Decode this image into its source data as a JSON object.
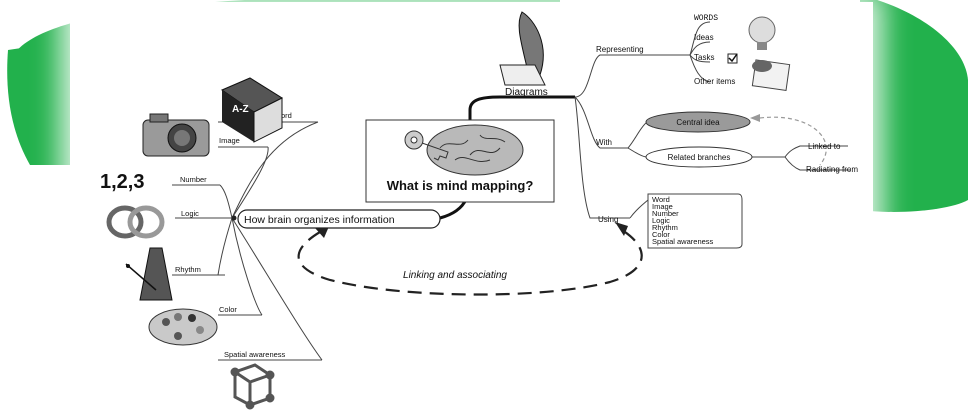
{
  "central": "What is mind mapping?",
  "left_hub": "How brain organizes information",
  "left_items": {
    "word": "Word",
    "image": "Image",
    "number": "Number",
    "number_glyph": "1,2,3",
    "logic": "Logic",
    "rhythm": "Rhythm",
    "color": "Color",
    "spatial": "Spatial awareness"
  },
  "diagrams": "Diagrams",
  "representing": {
    "label": "Representing",
    "items": [
      "WORDS",
      "Ideas",
      "Tasks",
      "Other items"
    ]
  },
  "with": {
    "label": "With",
    "central_idea": "Central idea",
    "related": "Related branches",
    "linked_to": "Linked to",
    "radiating_from": "Radiating from"
  },
  "using": {
    "label": "Using",
    "list": [
      "Word",
      "Image",
      "Number",
      "Logic",
      "Rhythm",
      "Color",
      "Spatial awareness"
    ]
  },
  "loop_label": "Linking and associating",
  "dictionary_glyph": "A-Z",
  "colors": {
    "brand_green": "#22b14c",
    "ink": "#111111",
    "idea_fill": "#9a9a9a"
  }
}
